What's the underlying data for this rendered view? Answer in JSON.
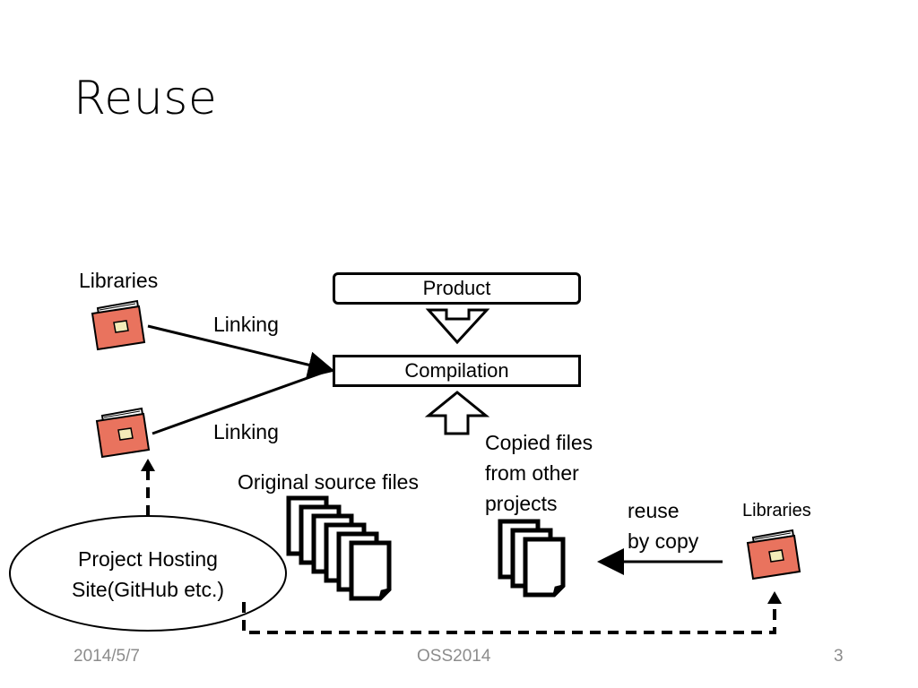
{
  "slide": {
    "title": "Reuse",
    "footer": {
      "date": "2014/5/7",
      "center": "OSS2014",
      "page": "3"
    }
  },
  "diagram": {
    "libraries_label_top": "Libraries",
    "libraries_label_right": "Libraries",
    "product_label": "Product",
    "compilation_label": "Compilation",
    "linking_label_1": "Linking",
    "linking_label_2": "Linking",
    "original_source_label": "Original source files",
    "copied_files_lines": [
      "Copied files",
      "from other",
      "projects"
    ],
    "reuse_lines": [
      "reuse",
      "by copy"
    ],
    "hosting_lines": [
      "Project Hosting",
      "Site(GitHub etc.)"
    ],
    "book_color": "#e9735e"
  }
}
